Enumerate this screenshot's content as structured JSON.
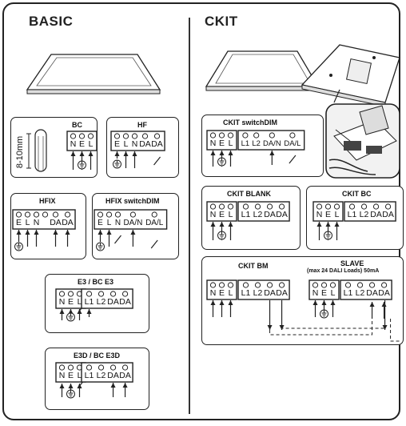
{
  "sections": {
    "basic": "BASIC",
    "ckit": "CKIT"
  },
  "cable_strip": "8-10mm",
  "boxes": {
    "bc": {
      "title": "BC",
      "block": "NEL"
    },
    "hf": {
      "title": "HF",
      "terminals": "E L N DA DA"
    },
    "hfix": {
      "title": "HFIX",
      "terminals": "E L N  DA DA"
    },
    "hfix_switchdim": {
      "title": "HFIX switchDIM",
      "terminals": "E L N  DA/N DA/L"
    },
    "e3_bc_e3": {
      "title": "E3 / BC E3",
      "left": "NEL",
      "right": "L1 L2 DA DA"
    },
    "e3d_bc_e3d": {
      "title": "E3D / BC E3D",
      "left": "NEL",
      "right": "L1 L2 DA DA"
    },
    "ckit_switchdim": {
      "title": "CKIT switchDIM",
      "left": "NEL",
      "right": "L1 L2 DA/N DA/L"
    },
    "ckit_blank": {
      "title": "CKIT BLANK",
      "left": "NEL",
      "right": "L1 L2 DA DA"
    },
    "ckit_bc": {
      "title": "CKIT BC",
      "left": "NEL",
      "right": "L1 L2 DA DA"
    },
    "ckit_bm": {
      "title": "CKIT BM",
      "left": "NEL",
      "right": "L1 L2 DA DA"
    },
    "slave": {
      "title": "SLAVE",
      "subtitle": "(max 24 DALI Loads) 50mA",
      "left": "NEL",
      "right": "L1 L2 DA DA"
    }
  },
  "glyphs": {
    "n": "N",
    "e": "E",
    "l": "L",
    "l1": "L1",
    "l2": "L2",
    "da": "DA",
    "dan": "DA/N",
    "dal": "DA/L"
  }
}
